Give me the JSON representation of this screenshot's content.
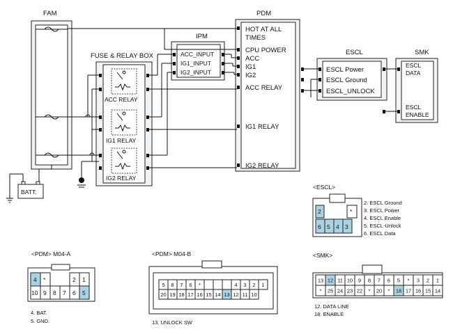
{
  "blocks": {
    "fam": "FAM",
    "pdm": "PDM",
    "ipm": "IPM",
    "fuse_relay_box": "FUSE & RELAY BOX",
    "escl": "ESCL",
    "smk": "SMK",
    "batt": "BATT."
  },
  "relays": {
    "acc": "ACC RELAY",
    "ig1": "IG1 RELAY",
    "ig2": "IG2 RELAY"
  },
  "ipm_pins": [
    "ACC_INPUT",
    "IG1_INPUT",
    "IG2_INPUT"
  ],
  "pdm_pins": {
    "hot1": "HOT AT ALL",
    "hot2": "TIMES",
    "cpu": "CPU POWER",
    "acc": "ACC",
    "ig1": "IG1",
    "ig2": "IG2",
    "acc_relay": "ACC RELAY",
    "ig1_relay": "IG1 RELAY",
    "ig2_relay": "IG2 RELAY"
  },
  "escl_pins": [
    "ESCL Power",
    "ESCL Ground",
    "ESCL_UNLOCK"
  ],
  "smk_pins": {
    "data1": "ESCL",
    "data2": "DATA",
    "enable1": "ESCL",
    "enable2": "ENABLE"
  },
  "escl_connector": {
    "title": "<ESCL>",
    "top": [
      "2",
      "*"
    ],
    "bottom": [
      "6",
      "5",
      "4",
      "3"
    ],
    "legend": [
      "2. ESCL Ground",
      "3. ESCL Power",
      "4. ESCL Enable",
      "5. ESCL-Unlock",
      "6. ESCL Data"
    ]
  },
  "pdm_a": {
    "title": "<PDM> M04-A",
    "row1": [
      "4",
      "*",
      "",
      "",
      "2",
      "1"
    ],
    "row2": [
      "10",
      "9",
      "8",
      "7",
      "6",
      "5"
    ],
    "legend": [
      "4. BAT.",
      "5. GND."
    ]
  },
  "pdm_b": {
    "title": "<PDM> M04-B",
    "row1": [
      "5",
      "8",
      "7",
      "6",
      "*",
      "",
      "",
      "",
      "4",
      "3",
      "2",
      "1"
    ],
    "row2": [
      "20",
      "19",
      "18",
      "17",
      "16",
      "15",
      "14",
      "13",
      "12",
      "11",
      "10"
    ],
    "legend": [
      "13. UNLOCK SW"
    ]
  },
  "smk_connector": {
    "title": "<SMK>",
    "row1": [
      "13",
      "12",
      "11",
      "10",
      "9",
      "8",
      "7",
      "6",
      "5",
      "*",
      "3",
      "2",
      "1"
    ],
    "row2": [
      "*",
      "25",
      "24",
      "23",
      "22",
      "*",
      "20",
      "*",
      "18",
      "17",
      "16",
      "15",
      "14"
    ],
    "legend": [
      "12. DATA LINE",
      "18. ENABLE"
    ]
  },
  "colors": {
    "highlight": "#a9d2e3",
    "box_fill": "#f1f4f6",
    "line": "#111111"
  }
}
